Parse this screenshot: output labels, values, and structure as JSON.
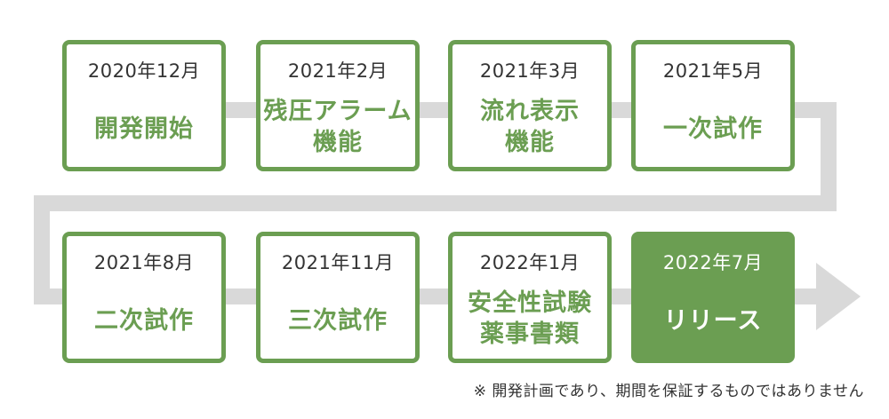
{
  "steps": [
    {
      "date": "2020年12月",
      "title": "開発開始"
    },
    {
      "date": "2021年2月",
      "title": "残圧アラーム\n機能"
    },
    {
      "date": "2021年3月",
      "title": "流れ表示\n機能"
    },
    {
      "date": "2021年5月",
      "title": "一次試作"
    },
    {
      "date": "2021年8月",
      "title": "二次試作"
    },
    {
      "date": "2021年11月",
      "title": "三次試作"
    },
    {
      "date": "2022年1月",
      "title": "安全性試験\n薬事書類"
    },
    {
      "date": "2022年7月",
      "title": "リリース"
    }
  ],
  "note": "※ 開発計画であり、期間を保証するものではありません",
  "colors": {
    "accent": "#6b9e52",
    "arrow": "#d9d9d9",
    "text": "#333333"
  }
}
